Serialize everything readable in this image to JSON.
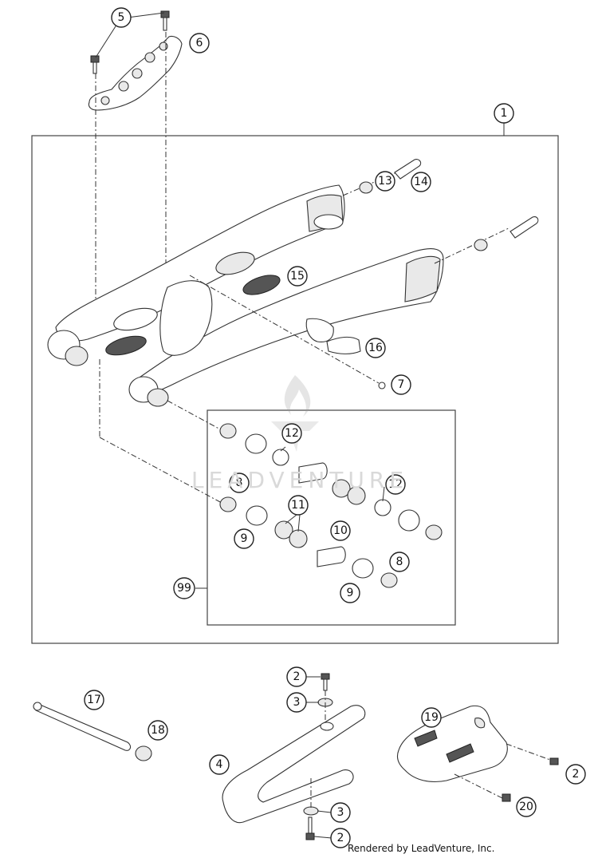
{
  "diagram": {
    "footer": "Rendered by LeadVenture, Inc.",
    "watermark": "LEADVENTURE",
    "callouts": [
      {
        "id": "c1",
        "label": "1"
      },
      {
        "id": "c2a",
        "label": "2"
      },
      {
        "id": "c2b",
        "label": "2"
      },
      {
        "id": "c2c",
        "label": "2"
      },
      {
        "id": "c3a",
        "label": "3"
      },
      {
        "id": "c3b",
        "label": "3"
      },
      {
        "id": "c4",
        "label": "4"
      },
      {
        "id": "c5",
        "label": "5"
      },
      {
        "id": "c6",
        "label": "6"
      },
      {
        "id": "c7",
        "label": "7"
      },
      {
        "id": "c8a",
        "label": "8"
      },
      {
        "id": "c8b",
        "label": "8"
      },
      {
        "id": "c9a",
        "label": "9"
      },
      {
        "id": "c9b",
        "label": "9"
      },
      {
        "id": "c10",
        "label": "10"
      },
      {
        "id": "c11",
        "label": "11"
      },
      {
        "id": "c12a",
        "label": "12"
      },
      {
        "id": "c12b",
        "label": "12"
      },
      {
        "id": "c13",
        "label": "13"
      },
      {
        "id": "c14",
        "label": "14"
      },
      {
        "id": "c15",
        "label": "15"
      },
      {
        "id": "c16",
        "label": "16"
      },
      {
        "id": "c17",
        "label": "17"
      },
      {
        "id": "c18",
        "label": "18"
      },
      {
        "id": "c19",
        "label": "19"
      },
      {
        "id": "c20",
        "label": "20"
      },
      {
        "id": "c99",
        "label": "99"
      }
    ]
  }
}
